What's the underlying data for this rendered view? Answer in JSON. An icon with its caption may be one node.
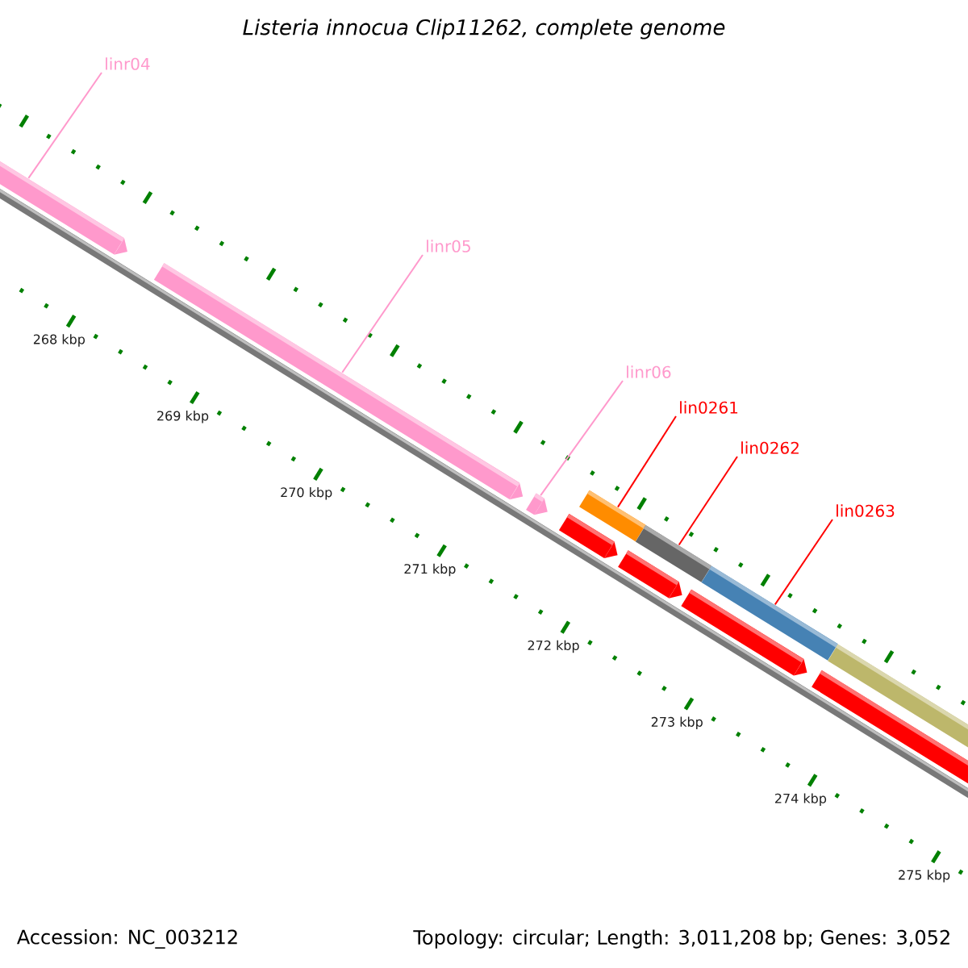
{
  "diagram": {
    "title": "Listeria innocua Clip11262, complete genome",
    "nodes": [
      {
        "text": [
          "linr04"
        ]
      },
      {
        "text": [
          "linr05"
        ]
      },
      {
        "text": [
          "linr06"
        ]
      },
      {
        "text": [
          "lin0261"
        ]
      },
      {
        "text": [
          "lin0262"
        ]
      },
      {
        "text": [
          "lin0263"
        ]
      },
      {
        "text": [],
        "shape": "bar"
      },
      {
        "text": [],
        "shape": "bar"
      },
      {
        "text": [],
        "shape": "bar"
      },
      {
        "text": [],
        "shape": "bar"
      },
      {
        "text": [],
        "shape": "bar"
      },
      {
        "text": [],
        "shape": "bar"
      },
      {
        "text": [],
        "shape": "bar"
      },
      {
        "text": [],
        "shape": "bar"
      },
      {
        "text": [],
        "shape": "bar"
      },
      {
        "text": [],
        "shape": "bar"
      },
      {
        "text": [],
        "shape": "bar"
      }
    ],
    "edges": [
      {
        "from": 0,
        "to": 6,
        "arrow": "none",
        "color": "#ff99cc"
      },
      {
        "from": 1,
        "to": 7,
        "arrow": "none",
        "color": "#ff99cc"
      },
      {
        "from": 2,
        "to": 8,
        "arrow": "none",
        "color": "#ff99cc"
      },
      {
        "from": 3,
        "to": 10,
        "arrow": "none",
        "color": "#ff0000"
      },
      {
        "from": 4,
        "to": 12,
        "arrow": "none",
        "color": "#ff0000"
      },
      {
        "from": 5,
        "to": 14,
        "arrow": "none",
        "color": "#ff0000"
      }
    ],
    "labels": [
      "268 kbp",
      "269 kbp",
      "270 kbp",
      "271 kbp",
      "272 kbp",
      "273 kbp",
      "274 kbp",
      "275 kbp",
      "Accession: NC_003212",
      "Topology: circular; Length: 3,011,208 bp; Genes: 3,052"
    ]
  }
}
